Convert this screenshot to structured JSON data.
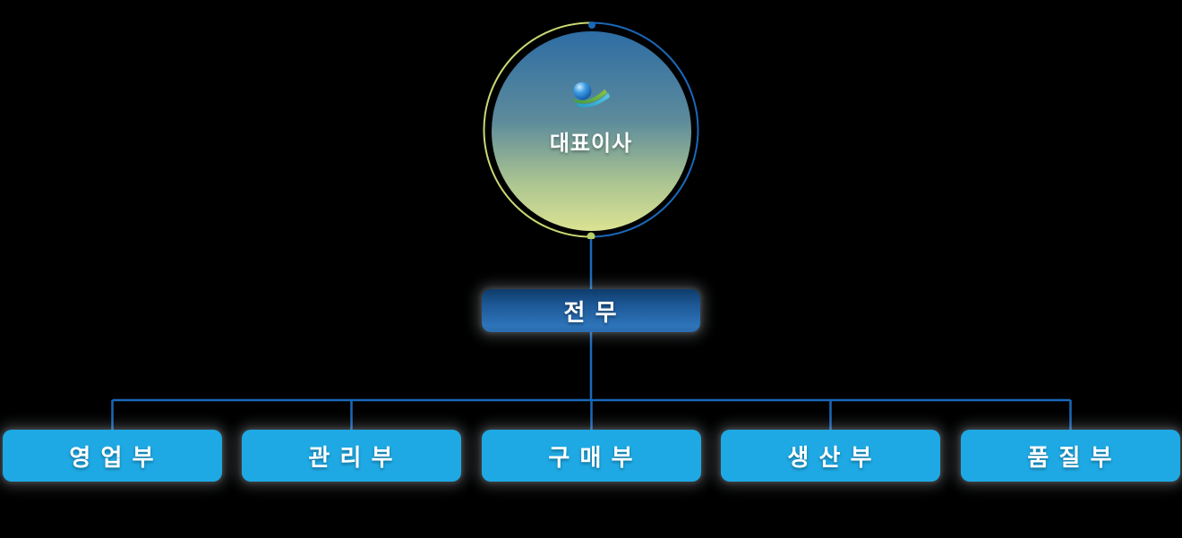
{
  "org_chart": {
    "background_color": "#000000",
    "colors": {
      "connector_blue": "#1a68ba",
      "ring_yellow_green": "#c9d873",
      "ring_blue": "#1a68ba",
      "top_dot_blue": "#1a68ba",
      "bottom_dot_yellow_green": "#b9cf67",
      "ceo_circle_gradient_top": "#2e6da4",
      "ceo_circle_gradient_bottom": "#dbe392",
      "exec_box_gradient_top": "#0e3c6b",
      "exec_box_gradient_bottom": "#2e74b9",
      "dept_box_fill": "#1ea9e4",
      "text_color": "#ffffff"
    },
    "root": {
      "label": "대표이사",
      "logo_icon": "wave-sphere-company-logo"
    },
    "executive": {
      "label": "전 무"
    },
    "departments": [
      {
        "label": "영 업 부"
      },
      {
        "label": "관 리 부"
      },
      {
        "label": "구 매 부"
      },
      {
        "label": "생 산 부"
      },
      {
        "label": "품 질 부"
      }
    ]
  }
}
